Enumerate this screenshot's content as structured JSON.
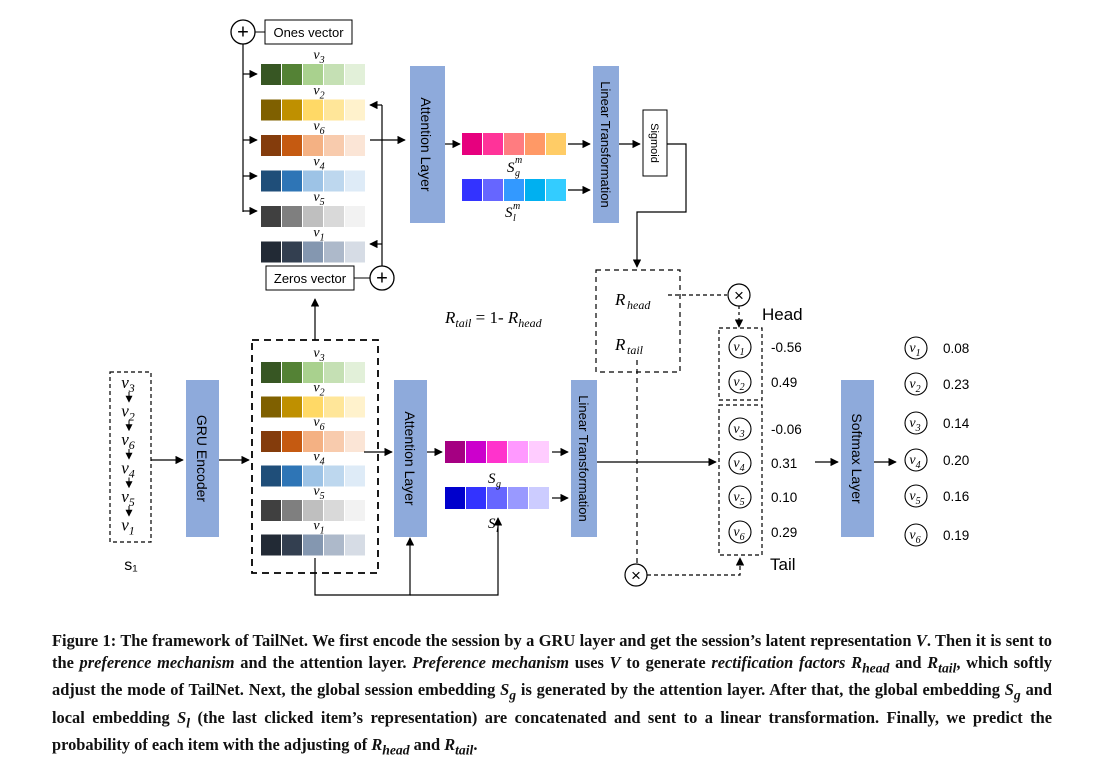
{
  "diagram": {
    "ones_vector": "Ones vector",
    "zeros_vector": "Zeros vector",
    "plus_symbol": "+",
    "times_symbol": "×",
    "attention_layer": "Attention Layer",
    "linear_transformation": "Linear Transformation",
    "sigmoid": "Sigmoid",
    "gru_encoder": "GRU Encoder",
    "softmax_layer": "Softmax Layer",
    "session_label": "s₁",
    "session_items": [
      "v3",
      "v2",
      "v6",
      "v4",
      "v5",
      "v1"
    ],
    "top_stack_labels": [
      "v3",
      "v2",
      "v6",
      "v4",
      "v5",
      "v1"
    ],
    "bottom_stack_labels": [
      "v3",
      "v2",
      "v6",
      "v4",
      "v5",
      "v1"
    ],
    "sgm_label": "S",
    "sgm_sub": "g",
    "sgm_sup": "m",
    "slm_label": "S",
    "slm_sub": "l",
    "slm_sup": "m",
    "sg_label": "S",
    "sg_sub": "g",
    "sl_label": "S",
    "sl_sub": "l",
    "r_head": "R",
    "r_head_sub": "head",
    "r_tail": "R",
    "r_tail_sub": "tail",
    "equation_lhs": "R",
    "equation_lhs_sub": "tail",
    "equation_mid": " = 1- ",
    "equation_rhs": "R",
    "equation_rhs_sub": "head",
    "head_label": "Head",
    "tail_label": "Tail",
    "scores": [
      {
        "item": "v1",
        "value": "-0.56"
      },
      {
        "item": "v2",
        "value": "0.49"
      },
      {
        "item": "v3",
        "value": "-0.06"
      },
      {
        "item": "v4",
        "value": "0.31"
      },
      {
        "item": "v5",
        "value": "0.10"
      },
      {
        "item": "v6",
        "value": "0.29"
      }
    ],
    "probabilities": [
      {
        "item": "v1",
        "value": "0.08"
      },
      {
        "item": "v2",
        "value": "0.23"
      },
      {
        "item": "v3",
        "value": "0.14"
      },
      {
        "item": "v4",
        "value": "0.20"
      },
      {
        "item": "v5",
        "value": "0.16"
      },
      {
        "item": "v6",
        "value": "0.19"
      }
    ],
    "colors": {
      "block_blue": "#8eaadb",
      "v3": [
        "#375623",
        "#548235",
        "#a9d18e",
        "#c5e0b4",
        "#e2f0d9"
      ],
      "v2": [
        "#7f6000",
        "#bf9000",
        "#ffd966",
        "#ffe699",
        "#fff2cc"
      ],
      "v6": [
        "#843c0c",
        "#c55a11",
        "#f4b183",
        "#f8cbad",
        "#fbe5d6"
      ],
      "v4": [
        "#1f4e79",
        "#2e75b6",
        "#9dc3e6",
        "#bdd7ee",
        "#deebf7"
      ],
      "v5": [
        "#404040",
        "#7f7f7f",
        "#bfbfbf",
        "#d9d9d9",
        "#f2f2f2"
      ],
      "v1": [
        "#222a35",
        "#333f50",
        "#8497b0",
        "#adb9ca",
        "#d6dce5"
      ],
      "sgm": [
        "#e6007e",
        "#ff3399",
        "#ff7c80",
        "#ff9966",
        "#ffcc66"
      ],
      "slm": [
        "#3333ff",
        "#6666ff",
        "#3399ff",
        "#00b0f0",
        "#33ccff"
      ],
      "sg": [
        "#a50082",
        "#cc00cc",
        "#ff33cc",
        "#ff99ff",
        "#ffccff"
      ],
      "sl": [
        "#0000cc",
        "#3333ff",
        "#6666ff",
        "#9999ff",
        "#ccccff"
      ]
    }
  },
  "caption": {
    "prefix": "Figure 1: The framework of TailNet. We first encode the session by a GRU layer and get the session’s latent representation ",
    "v1": "V",
    "t1": ". Then it is sent to the ",
    "pm1": "preference mechanism",
    "t2": " and the attention layer. ",
    "pm2": "Preference mechanism",
    "t3": " uses ",
    "v2": "V",
    "t4": " to generate ",
    "rf": "rectification factors",
    "t5": " ",
    "rh": "R",
    "rh_sub": "head",
    "t6": " and ",
    "rt": "R",
    "rt_sub": "tail",
    "t7": ", which softly adjust the mode of TailNet. Next, the global session embedding ",
    "sg": "S",
    "sg_sub": "g",
    "t8": " is generated by the attention layer. After that, the global embedding ",
    "sg2": "S",
    "sg2_sub": "g",
    "t9": " and local embedding ",
    "sl": "S",
    "sl_sub": "l",
    "t10": " (the last clicked item’s representation) are concatenated and sent to a linear transformation. Finally, we predict the probability of each item with the adjusting of ",
    "rh2": "R",
    "rh2_sub": "head",
    "t11": " and ",
    "rt2": "R",
    "rt2_sub": "tail",
    "t12": "."
  }
}
